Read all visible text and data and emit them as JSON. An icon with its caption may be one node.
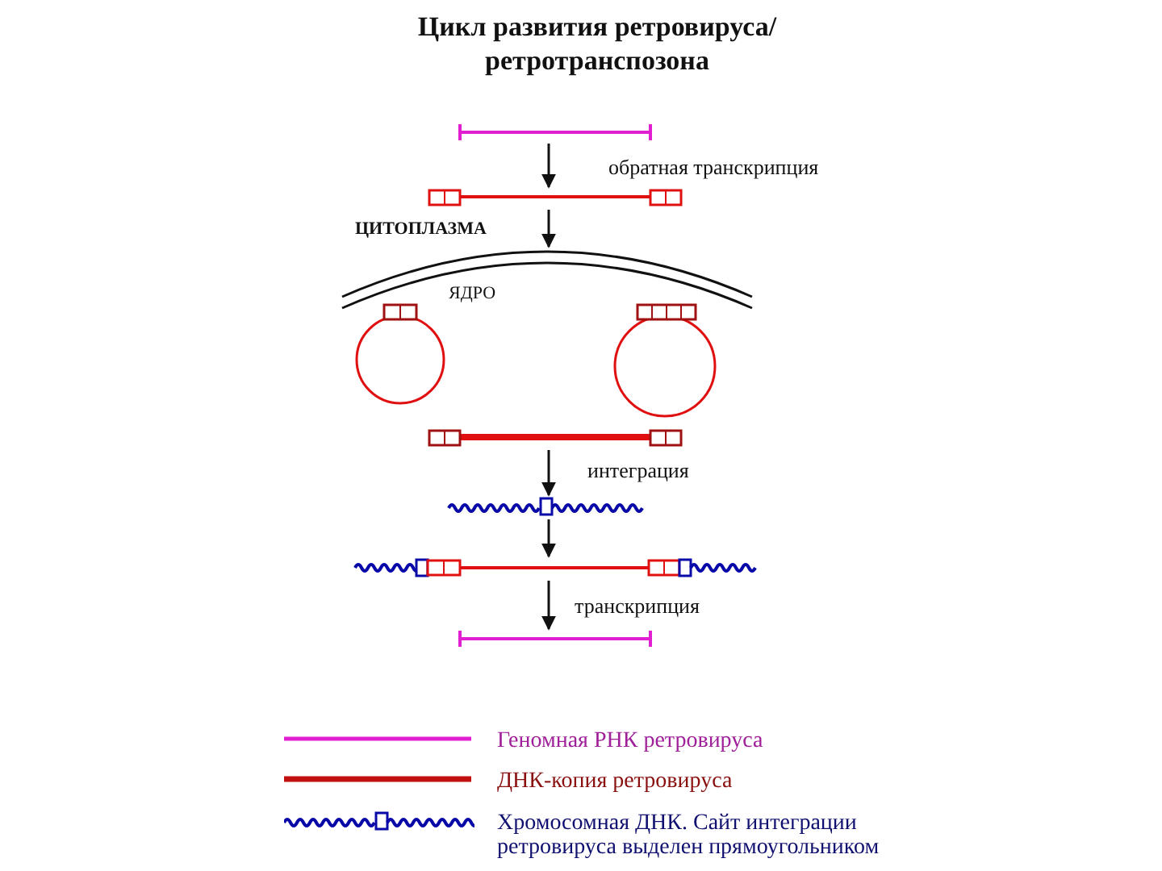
{
  "diagram": {
    "title": "Цикл развития ретровируса/ретротранспозона",
    "nodes": [
      {
        "text": [],
        "shape": "bar"
      },
      {
        "text": [],
        "shape": "bar"
      },
      {
        "text": [],
        "shape": "arc"
      },
      {
        "text": [],
        "shape": "circle"
      },
      {
        "text": [],
        "shape": "circle"
      },
      {
        "text": [],
        "shape": "bar"
      },
      {
        "text": [],
        "shape": "bar"
      },
      {
        "text": [],
        "shape": "bar"
      },
      {
        "text": [],
        "shape": "bar"
      }
    ],
    "edges": [
      {
        "from": 0,
        "to": 1,
        "arrow": "to",
        "label": "обратная транскрипция"
      },
      {
        "from": 1,
        "to": 2,
        "arrow": "to"
      },
      {
        "from": 5,
        "to": 6,
        "arrow": "to",
        "label": "интеграция"
      },
      {
        "from": 6,
        "to": 7,
        "arrow": "to"
      },
      {
        "from": 7,
        "to": 8,
        "arrow": "to",
        "label": "транскрипция"
      }
    ],
    "labels": [
      "ЦИТОПЛАЗМА",
      "ЯДРО"
    ],
    "legend": [
      {
        "text": "Геномная РНК ретровируса"
      },
      {
        "text": "ДНК-копия ретровируса"
      },
      {
        "text": "Хромосомная ДНК. Сайт интеграции ретровируса выделен прямоугольником"
      }
    ]
  }
}
